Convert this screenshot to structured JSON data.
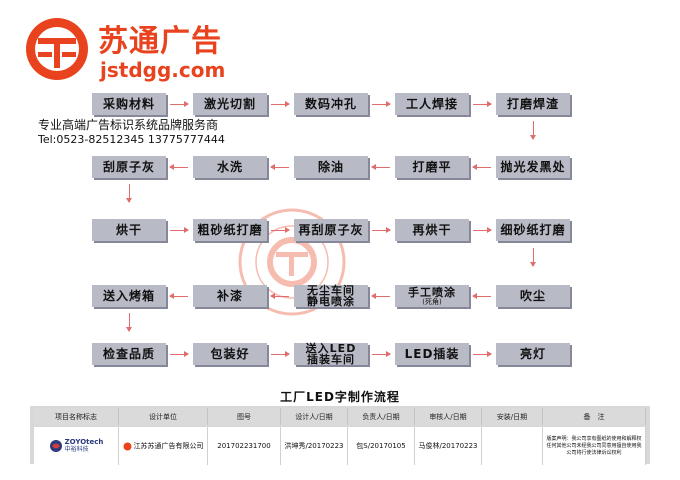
{
  "header": {
    "brand_name": "苏通广告",
    "brand_url": "jstdgg.com",
    "slogan": "专业高端广告标识系统品牌服务商",
    "phone": "Tel:0523-82512345  13775777444"
  },
  "flow": {
    "row1": [
      "采购材料",
      "激光切割",
      "数码冲孔",
      "工人焊接",
      "打磨焊渣"
    ],
    "row2": [
      "刮原子灰",
      "水洗",
      "除油",
      "打磨平",
      "抛光发黑处"
    ],
    "row3": [
      "烘干",
      "粗砂纸打磨",
      "再刮原子灰",
      "再烘干",
      "细砂纸打磨"
    ],
    "row4": {
      "send_oven": "送入烤箱",
      "touch_up_paint": "补漆",
      "dust_free_line1": "无尘车间",
      "dust_free_line2": "静电喷涂",
      "hand_spray": "手工喷涂",
      "hand_spray_note": "(死角)",
      "blow_dust": "吹尘"
    },
    "row5": {
      "quality_check": "检查品质",
      "pack_well": "包装好",
      "send_led_line1": "送入LED",
      "send_led_line2": "插装车间",
      "led_insert": "LED插装",
      "light_up": "亮灯"
    }
  },
  "title_text": "工厂LED字制作流程",
  "title_block": {
    "headers": [
      "项目名称标志",
      "设计单位",
      "图号",
      "设计人/日期",
      "负责人/日期",
      "审核人/日期",
      "安装/日期",
      "备　注"
    ],
    "client_logo_en": "ZOYOtech",
    "client_logo_cn": "中裕科技",
    "design_unit": "江苏苏通广告有限公司",
    "drawing_no": "201702231700",
    "designer": "洪坤秀/20170223",
    "manager": "包S/20170105",
    "reviewer": "马俊林/20170223",
    "install": "",
    "notes": "版案声明：我公司享有图纸的使用和解释权 任何其他公司未经我公司同意用擅自使用我公司将行使法律诉讼权利"
  },
  "colors": {
    "brand": "#e8431e",
    "box": "#b8bac6",
    "arrow": "#e06c6c"
  },
  "icons": {
    "logo": "st-logo-icon",
    "stamp": "company-seal-icon",
    "client_logo": "zoyotech-logo-icon"
  }
}
